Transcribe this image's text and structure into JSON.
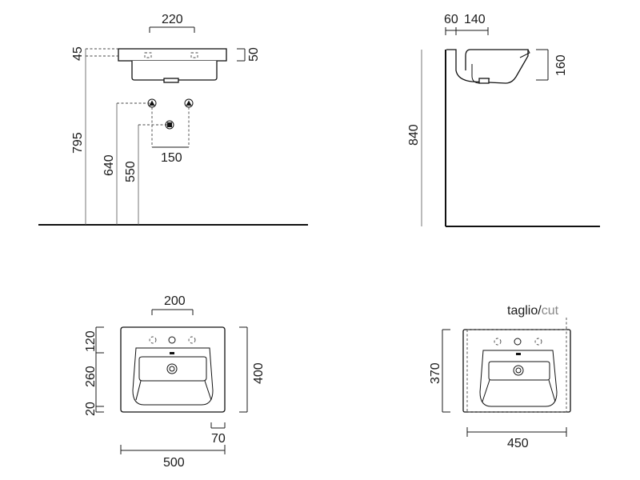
{
  "front_view": {
    "tap_spacing": "220",
    "basin_drop": "45",
    "basin_height": "50",
    "rim_height": "795",
    "supply_height": "640",
    "waste_height": "550",
    "supply_spacing": "150"
  },
  "side_view": {
    "wall_gap": "60",
    "waste_offset": "140",
    "trap_height": "160",
    "total_height": "840"
  },
  "plan_view": {
    "hole_spacing": "200",
    "back_depth": "120",
    "bowl_depth": "260",
    "front_depth": "20",
    "overall_depth": "400",
    "overhang": "70",
    "overall_width": "500"
  },
  "cut_view": {
    "cut_label": "taglio/",
    "cut_label_accent": "cut",
    "cut_label_accent_color": "#888888",
    "cut_depth": "370",
    "cut_width": "450"
  }
}
